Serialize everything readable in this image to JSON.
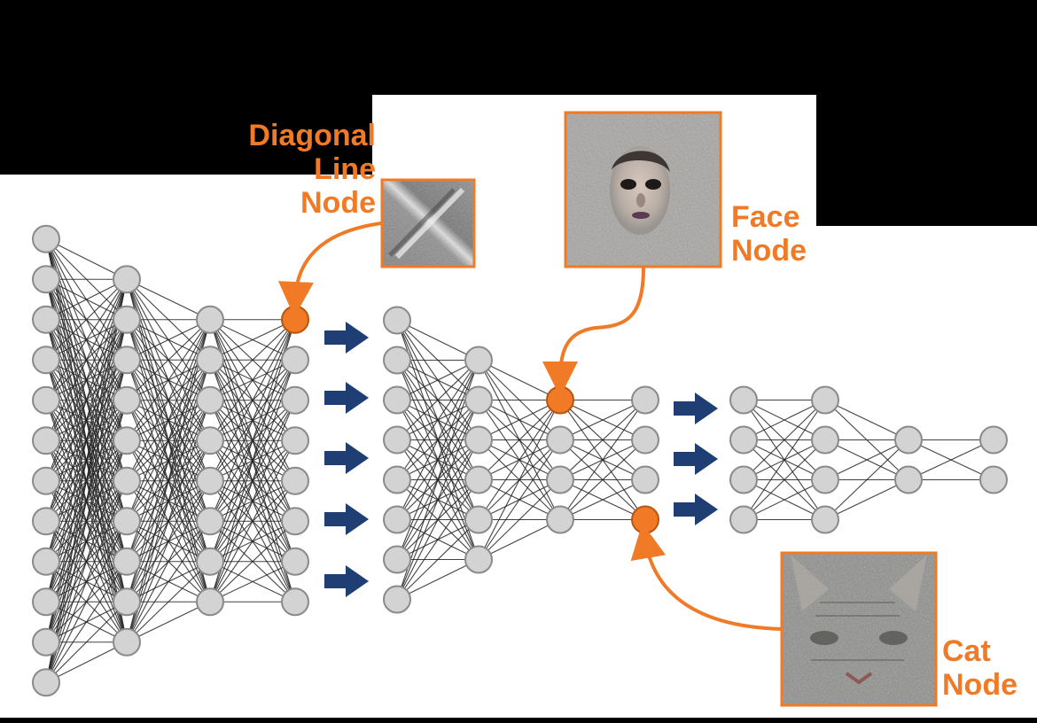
{
  "colors": {
    "node_fill": "#D3D3D3",
    "node_stroke": "#8A8A8A",
    "highlight": "#F07A26",
    "arrow": "#1F3E73",
    "edge": "#222222",
    "background": "#FFFFFF",
    "frame": "#000000"
  },
  "labels": {
    "diagonal": [
      "Diagonal",
      "Line",
      "Node"
    ],
    "face": [
      "Face",
      "Node"
    ],
    "cat": [
      "Cat",
      "Node"
    ]
  },
  "feature_images": {
    "diagonal": "diagonal-line-feature-visualization",
    "face": "face-feature-visualization",
    "cat": "cat-feature-visualization"
  },
  "networks": [
    {
      "layer_sizes": [
        12,
        10,
        8,
        8
      ],
      "highlighted": {
        "layer": 3,
        "node": 0,
        "label": "diagonal"
      }
    },
    {
      "layer_sizes": [
        8,
        6,
        4,
        4
      ],
      "highlighted_nodes": [
        {
          "layer": 2,
          "node": 0,
          "label": "face"
        },
        {
          "layer": 3,
          "node": 3,
          "label": "cat"
        }
      ]
    },
    {
      "layer_sizes": [
        4,
        4,
        2,
        2
      ]
    }
  ],
  "arrow_groups": [
    5,
    3
  ]
}
